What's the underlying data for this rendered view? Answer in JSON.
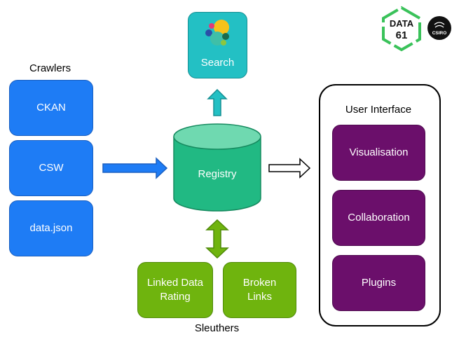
{
  "crawlers": {
    "title": "Crawlers",
    "items": [
      {
        "label": "CKAN"
      },
      {
        "label": "CSW"
      },
      {
        "label": "data.json"
      }
    ]
  },
  "search": {
    "label": "Search"
  },
  "registry": {
    "label": "Registry"
  },
  "user_interface": {
    "title": "User Interface",
    "items": [
      {
        "label": "Visualisation"
      },
      {
        "label": "Collaboration"
      },
      {
        "label": "Plugins"
      }
    ]
  },
  "sleuthers": {
    "title": "Sleuthers",
    "items": [
      {
        "label": "Linked Data Rating"
      },
      {
        "label": "Broken Links"
      }
    ]
  },
  "logos": {
    "data61_line1": "DATA",
    "data61_line2": "61",
    "csiro": "CSIRO"
  },
  "colors": {
    "crawler": "#1e7cf5",
    "search": "#23c0c4",
    "registry": "#21b983",
    "ui_item": "#6b0f6b",
    "sleuther": "#6fb40e"
  }
}
